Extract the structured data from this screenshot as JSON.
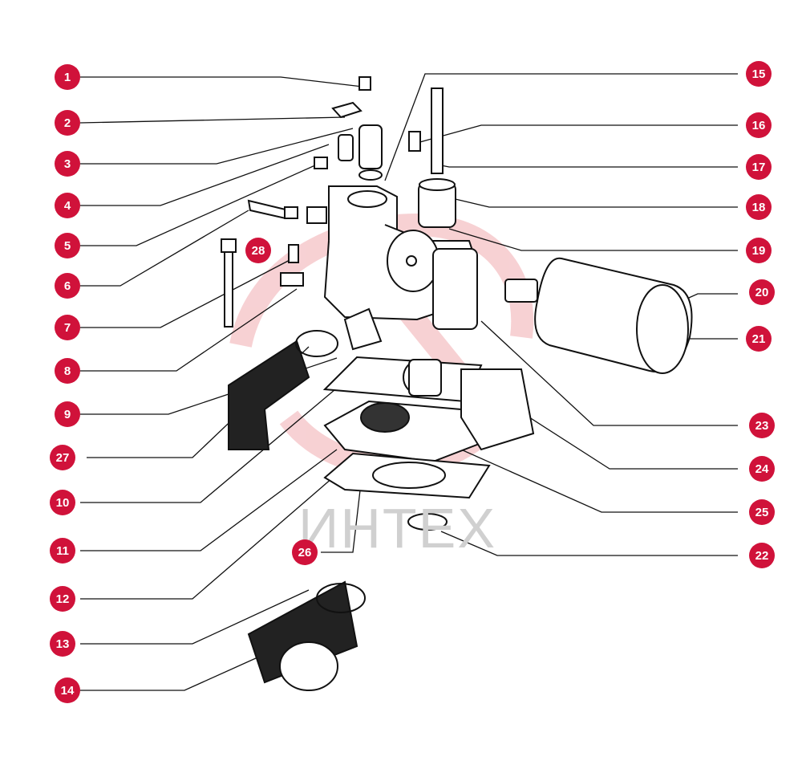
{
  "diagram": {
    "watermark_text": "ИНТЕХ",
    "colors": {
      "callout_fill": "#d0123a",
      "callout_text": "#ffffff",
      "line": "#111111",
      "watermark": "#d0d0d0",
      "logo_tint": "#f6c9cc"
    },
    "callouts": [
      {
        "label": "1"
      },
      {
        "label": "2"
      },
      {
        "label": "3"
      },
      {
        "label": "4"
      },
      {
        "label": "5"
      },
      {
        "label": "6"
      },
      {
        "label": "7"
      },
      {
        "label": "8"
      },
      {
        "label": "9"
      },
      {
        "label": "27"
      },
      {
        "label": "10"
      },
      {
        "label": "11"
      },
      {
        "label": "12"
      },
      {
        "label": "13"
      },
      {
        "label": "14"
      },
      {
        "label": "15"
      },
      {
        "label": "16"
      },
      {
        "label": "17"
      },
      {
        "label": "18"
      },
      {
        "label": "19"
      },
      {
        "label": "20"
      },
      {
        "label": "21"
      },
      {
        "label": "23"
      },
      {
        "label": "24"
      },
      {
        "label": "25"
      },
      {
        "label": "22"
      },
      {
        "label": "28"
      },
      {
        "label": "26"
      }
    ]
  }
}
